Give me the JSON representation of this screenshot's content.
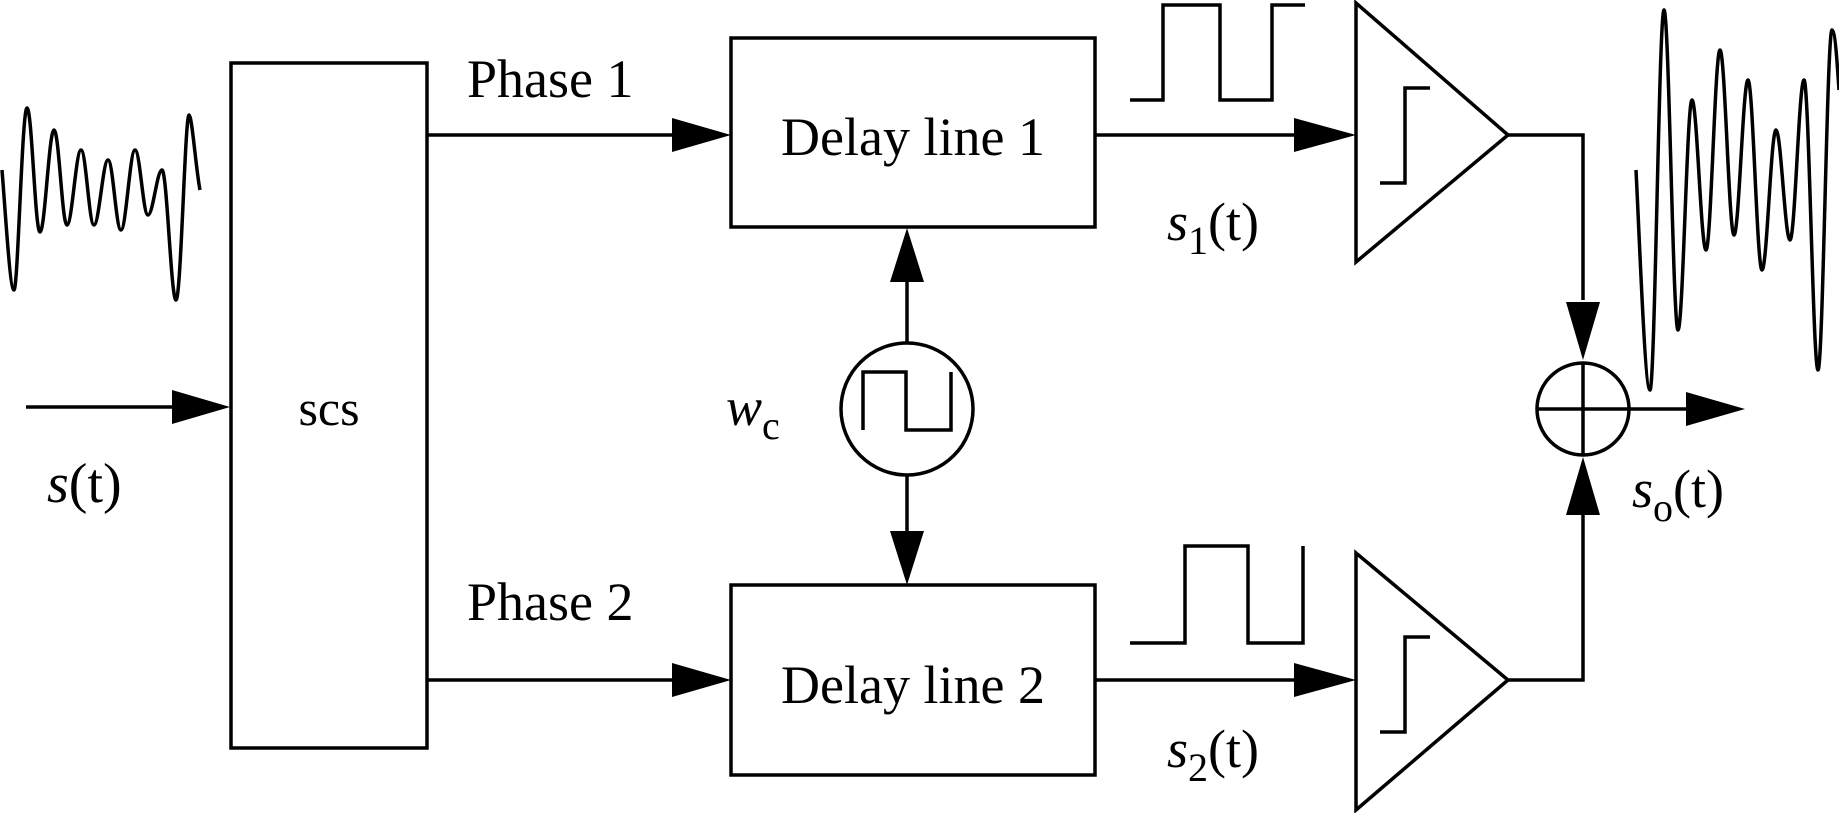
{
  "blocks": {
    "scs": "scs",
    "delay_line_1": "Delay line 1",
    "delay_line_2": "Delay line 2"
  },
  "labels": {
    "phase_1": "Phase 1",
    "phase_2": "Phase 2",
    "input_var": "s",
    "input_arg": "(t)",
    "s1_var": "s",
    "s1_sub": "1",
    "s1_arg": "(t)",
    "s2_var": "s",
    "s2_sub": "2",
    "s2_arg": "(t)",
    "so_var": "s",
    "so_sub": "o",
    "so_arg": "(t)",
    "wc_var": "w",
    "wc_sub": "c"
  }
}
